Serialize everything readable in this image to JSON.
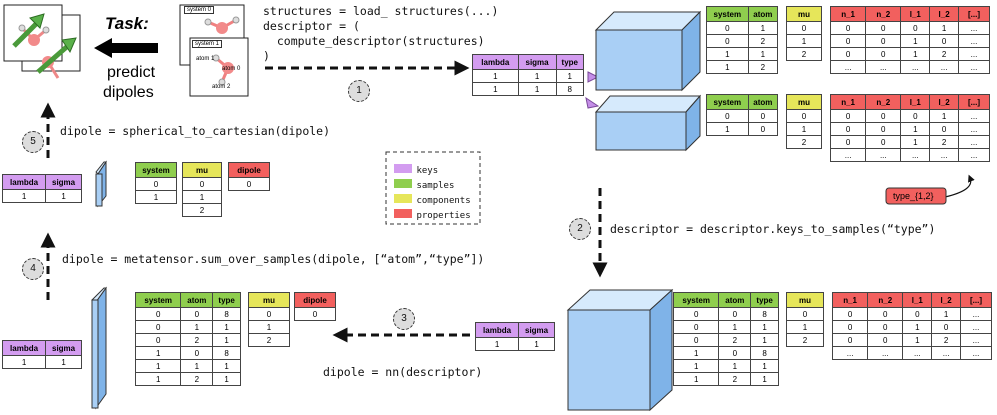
{
  "task": {
    "title": "Task:",
    "line1": "predict",
    "line2": "dipoles"
  },
  "systems": {
    "s0": "system 0",
    "s1": "system 1",
    "atom1": "atom 1",
    "atom0": "atom 0",
    "atom2": "atom 2"
  },
  "code": {
    "load": "structures = load_ structures(...)\ndescriptor = (\n  compute_descriptor(structures)\n)",
    "keys_to_samples": "descriptor = descriptor.keys_to_samples(“type”)",
    "nn": "dipole = nn(descriptor)",
    "sum": "dipole = metatensor.sum_over_samples(dipole, [“atom”,“type”])",
    "s2c": "dipole = spherical_to_cartesian(dipole)"
  },
  "steps": [
    "1",
    "2",
    "3",
    "4",
    "5"
  ],
  "legend": [
    {
      "label": "keys",
      "color": "#d39cf0"
    },
    {
      "label": "samples",
      "color": "#8fce4e"
    },
    {
      "label": "components",
      "color": "#e6e65a"
    },
    {
      "label": "properties",
      "color": "#f2605e"
    }
  ],
  "type_label": "type_{1,2}",
  "hdr": {
    "lambda": "lambda",
    "sigma": "sigma",
    "type": "type",
    "system": "system",
    "atom": "atom",
    "mu": "mu",
    "dipole": "dipole",
    "n1": "n_1",
    "n2": "n_2",
    "l1": "l_1",
    "l2": "l_2",
    "dots": "[...]"
  }
}
